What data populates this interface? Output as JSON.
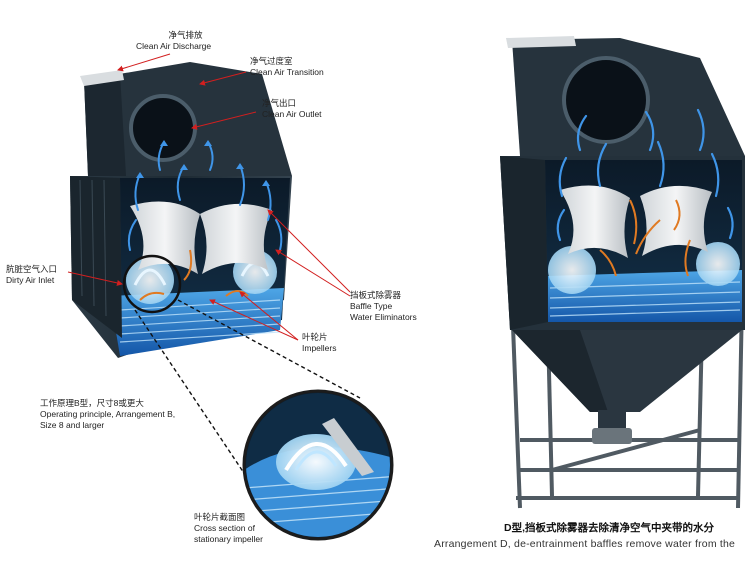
{
  "labels": {
    "clean_air_discharge": {
      "cn": "净气排放",
      "en": "Clean Air Discharge"
    },
    "clean_air_transition": {
      "cn": "净气过度室",
      "en": "Clean Air Transition"
    },
    "clean_air_outlet": {
      "cn": "净气出口",
      "en": "Clean Air Outlet"
    },
    "dirty_air_inlet": {
      "cn": "肮脏空气入口",
      "en": "Dirty Air Inlet"
    },
    "baffle_eliminators": {
      "cn": "挡板式除雾器",
      "en1": "Baffle Type",
      "en2": "Water Eliminators"
    },
    "impellers": {
      "cn": "叶轮片",
      "en": "Impellers"
    },
    "operating_principle": {
      "cn": "工作原理B型，尺寸8或更大",
      "en1": "Operating principle, Arrangement B,",
      "en2": "Size 8 and larger"
    },
    "cross_section": {
      "cn": "叶轮片截面图",
      "en1": "Cross section of",
      "en2": "stationary impeller"
    }
  },
  "caption": {
    "cn": "D型,挡板式除雾器去除清净空气中夹带的水分",
    "en": "Arrangement D, de-entrainment baffles remove water from the"
  }
}
